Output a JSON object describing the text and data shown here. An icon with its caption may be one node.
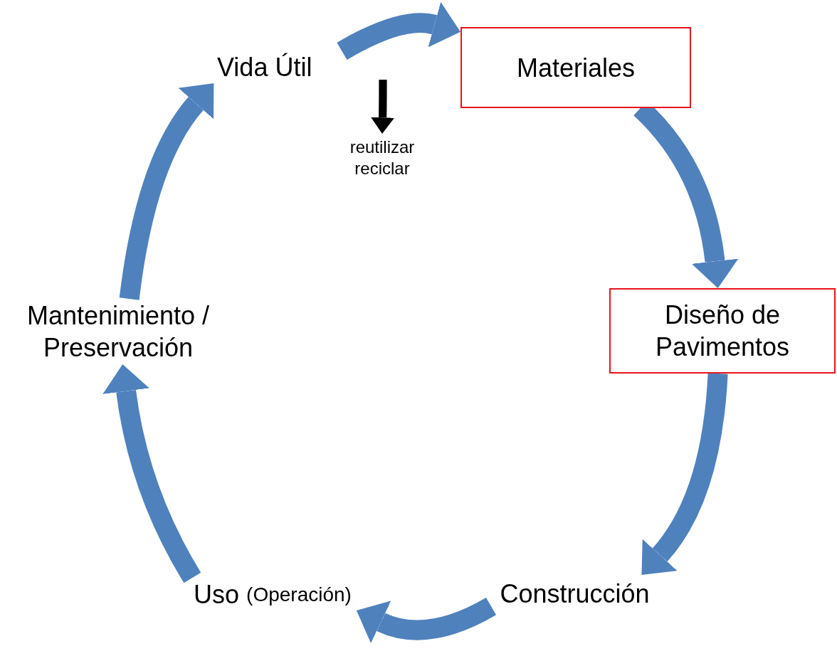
{
  "diagram": {
    "nodes": [
      {
        "text": [
          "Materiales"
        ]
      },
      {
        "text": [
          "Diseño de Pavimentos"
        ]
      },
      {
        "text": [
          "Construcción"
        ]
      },
      {
        "text": [
          "Uso",
          "(Operación)"
        ]
      },
      {
        "text": [
          "Mantenimiento / Preservación"
        ]
      },
      {
        "text": [
          "Vida Útil"
        ]
      },
      {
        "text": [
          "reutilizar reciclar"
        ]
      }
    ],
    "edges": [
      {
        "from": 5,
        "to": 0,
        "arrow": "to"
      },
      {
        "from": 0,
        "to": 1,
        "arrow": "to"
      },
      {
        "from": 1,
        "to": 2,
        "arrow": "to"
      },
      {
        "from": 2,
        "to": 3,
        "arrow": "to"
      },
      {
        "from": 3,
        "to": 4,
        "arrow": "to"
      },
      {
        "from": 4,
        "to": 5,
        "arrow": "to"
      },
      {
        "from": null,
        "to": 6,
        "arrow": "to",
        "color": "#000000"
      }
    ]
  }
}
